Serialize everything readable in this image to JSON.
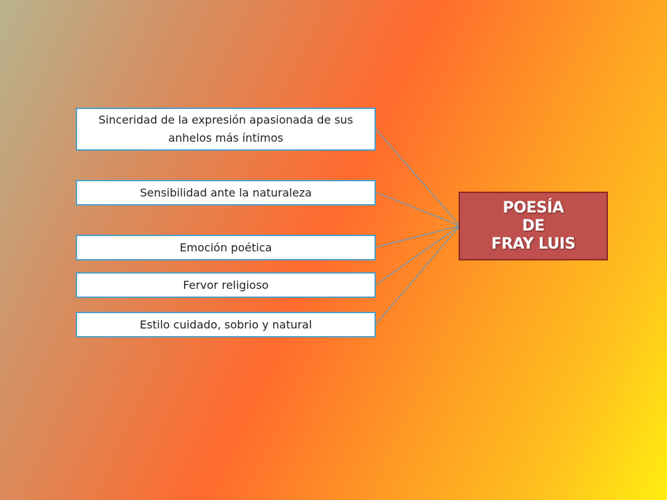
{
  "diagram": {
    "items": [
      {
        "text": "Sinceridad de la expresión apasionada de sus anhelos más íntimos"
      },
      {
        "text": "Sensibilidad ante la naturaleza"
      },
      {
        "text": "Emoción poética"
      },
      {
        "text": "Fervor religioso"
      },
      {
        "text": "Estilo cuidado, sobrio y natural"
      }
    ],
    "center": {
      "lines": [
        "POESÍA",
        "DE",
        "FRAY LUIS"
      ]
    }
  },
  "colors": {
    "box_border": "#4f9fc6",
    "connector": "#5b9bc8",
    "center_fill": "#c0504d"
  }
}
